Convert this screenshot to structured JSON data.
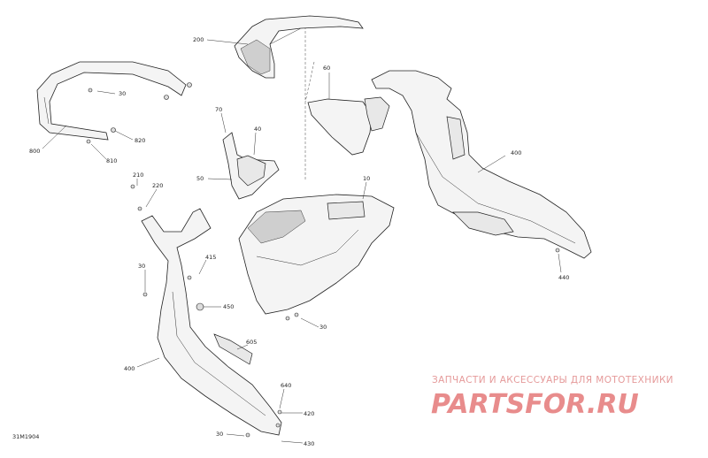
{
  "diagram_code": "31M1904",
  "watermark": {
    "tagline": "ЗАПЧАСТИ И АКСЕССУАРЫ ДЛЯ МОТОТЕХНИКИ",
    "logo": "PARTSFOR.RU"
  },
  "callouts": [
    {
      "id": "c200",
      "text": "200"
    },
    {
      "id": "c30a",
      "text": "30"
    },
    {
      "id": "c60",
      "text": "60"
    },
    {
      "id": "c800",
      "text": "800"
    },
    {
      "id": "c820",
      "text": "820"
    },
    {
      "id": "c810",
      "text": "810"
    },
    {
      "id": "c70",
      "text": "70"
    },
    {
      "id": "c40",
      "text": "40"
    },
    {
      "id": "c50",
      "text": "50"
    },
    {
      "id": "c400a",
      "text": "400"
    },
    {
      "id": "c210",
      "text": "210"
    },
    {
      "id": "c220",
      "text": "220"
    },
    {
      "id": "c10",
      "text": "10"
    },
    {
      "id": "c415",
      "text": "415"
    },
    {
      "id": "c30b",
      "text": "30"
    },
    {
      "id": "c450",
      "text": "450"
    },
    {
      "id": "c30c",
      "text": "30"
    },
    {
      "id": "c440",
      "text": "440"
    },
    {
      "id": "c605",
      "text": "605"
    },
    {
      "id": "c400b",
      "text": "400"
    },
    {
      "id": "c640",
      "text": "640"
    },
    {
      "id": "c420",
      "text": "420"
    },
    {
      "id": "c30d",
      "text": "30"
    },
    {
      "id": "c430",
      "text": "430"
    }
  ]
}
